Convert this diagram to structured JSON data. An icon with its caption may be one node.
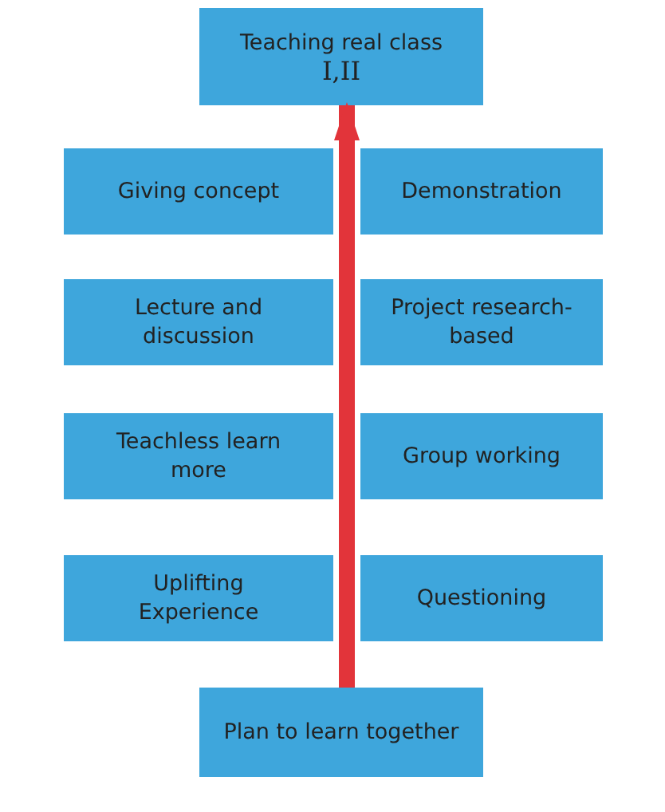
{
  "diagram": {
    "nodes": [
      {
        "text": [
          "Teaching real class",
          "I,II"
        ]
      },
      {
        "text": [
          "Giving concept"
        ]
      },
      {
        "text": [
          "Demonstration"
        ]
      },
      {
        "text": [
          "Lecture and discussion"
        ]
      },
      {
        "text": [
          "Project research-based"
        ]
      },
      {
        "text": [
          "Teachless learn more"
        ]
      },
      {
        "text": [
          "Group working"
        ]
      },
      {
        "text": [
          "Uplifting Experience"
        ]
      },
      {
        "text": [
          "Questioning"
        ]
      },
      {
        "text": [
          "Plan to learn together"
        ]
      }
    ],
    "edges": [
      {
        "from": 9,
        "to": 0,
        "arrow": "to",
        "color": "#e2343a"
      }
    ]
  }
}
